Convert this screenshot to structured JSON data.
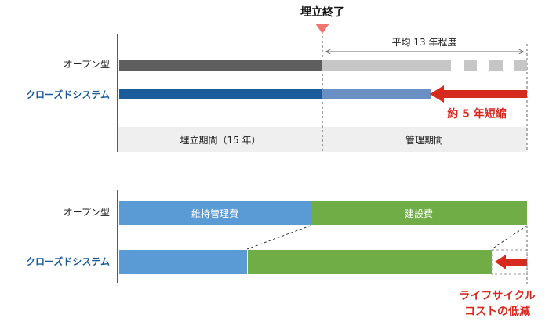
{
  "top": {
    "marker_label": "埋立終了",
    "period_label": "平均 13 年程度",
    "row_open": "オープン型",
    "row_closed": "クローズドシステム",
    "reduction_label": "約 5 年短縮",
    "phase_landfill": "埋立期間（15 年）",
    "phase_management": "管理期間"
  },
  "bottom": {
    "row_open": "オープン型",
    "row_closed": "クローズドシステム",
    "segment_maintenance": "維持管理費",
    "segment_construction": "建設費",
    "note_line1": "ライフサイクル",
    "note_line2": "コストの低減"
  },
  "colors": {
    "open_bar": "#5e5e5e",
    "open_bar_light": "#c6c6c6",
    "closed_bar": "#1b5b9b",
    "closed_bar_light": "#6a8fc3",
    "accent_red": "#d62a1f",
    "label_blue": "#1b5b9b",
    "phase_bg": "#efefef",
    "maintenance": "#5b9bd5",
    "construction": "#70ad47"
  }
}
